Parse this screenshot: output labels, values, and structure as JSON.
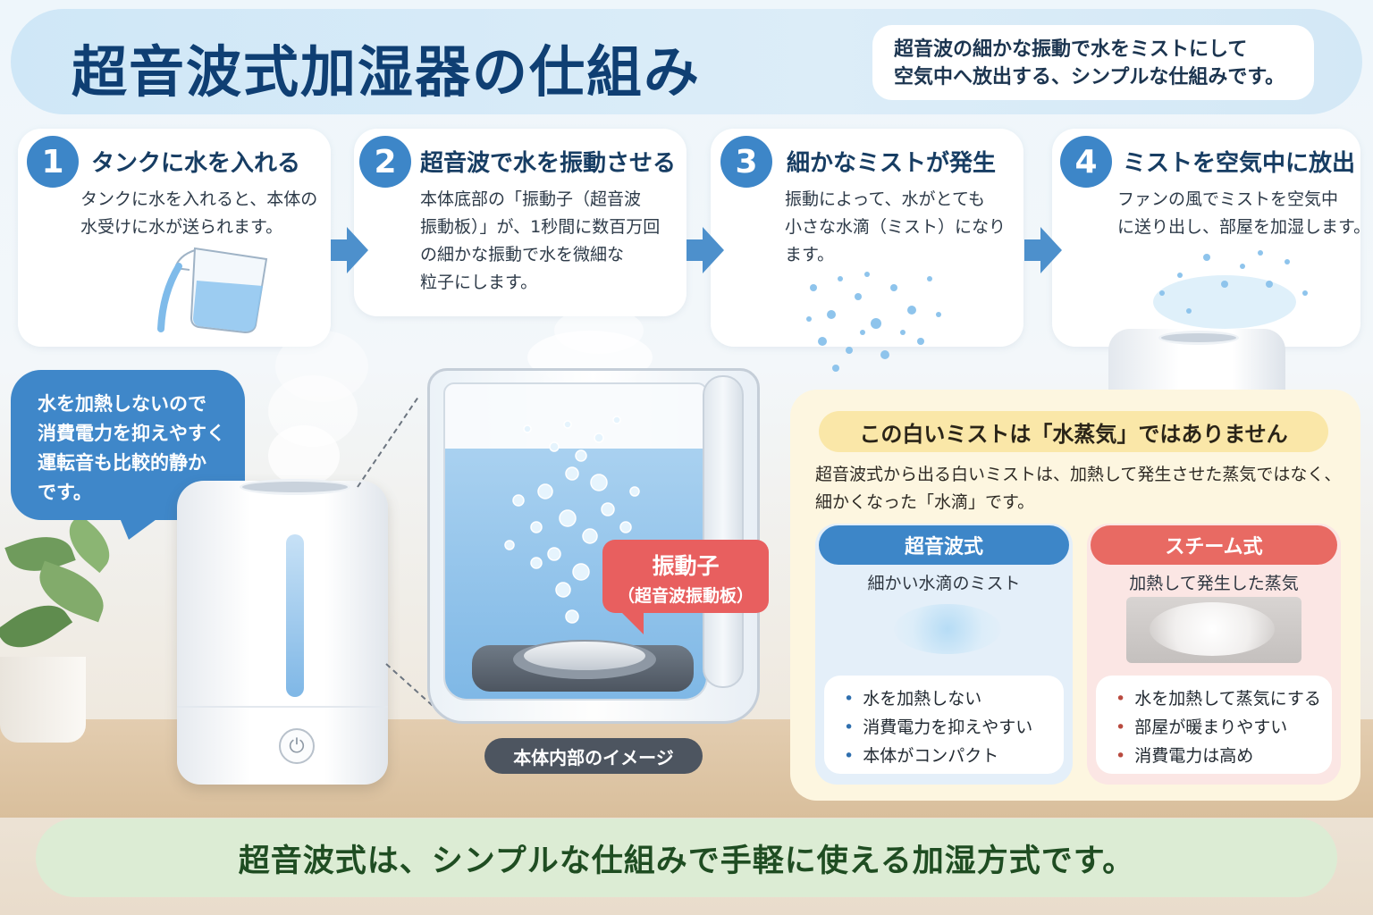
{
  "header": {
    "title": "超音波式加湿器の仕組み",
    "desc_lines": [
      "超音波の細かな振動で水をミストにして",
      "空気中へ放出する、シンプルな仕組みです。"
    ]
  },
  "steps": [
    {
      "num": "1",
      "title": "タンクに水を入れる",
      "lines": [
        "タンクに水を入れると、本体の",
        "水受けに水が送られます。"
      ]
    },
    {
      "num": "2",
      "title": "超音波で水を振動させる",
      "lines": [
        "本体底部の「振動子（超音波",
        "振動板）」が、1秒間に数百万回",
        "の細かな振動で水を微細な",
        "粒子にします。"
      ]
    },
    {
      "num": "3",
      "title": "細かなミストが発生",
      "lines": [
        "振動によって、水がとても",
        "小さな水滴（ミスト）になり",
        "ます。"
      ]
    },
    {
      "num": "4",
      "title": "ミストを空気中に放出",
      "lines": [
        "ファンの風でミストを空気中",
        "に送り出し、部屋を加湿します。"
      ]
    }
  ],
  "bubble": {
    "lines": [
      "水を加熱しないので",
      "消費電力を抑えやすく",
      "運転音も比較的静か",
      "です。"
    ]
  },
  "cross_section": {
    "vibrator_label": "振動子",
    "vibrator_sub": "（超音波振動板）",
    "inner_label": "本体内部のイメージ"
  },
  "comparison": {
    "title": "この白いミストは「水蒸気」ではありません",
    "desc_lines": [
      "超音波式から出る白いミストは、加熱して発生させた蒸気ではなく、",
      "細かくなった「水滴」です。"
    ],
    "ultrasonic": {
      "head": "超音波式",
      "sub": "細かい水滴のミスト",
      "items": [
        "水を加熱しない",
        "消費電力を抑えやすい",
        "本体がコンパクト"
      ]
    },
    "steam": {
      "head": "スチーム式",
      "sub": "加熱して発生した蒸気",
      "items": [
        "水を加熱して蒸気にする",
        "部屋が暖まりやすい",
        "消費電力は高め"
      ]
    }
  },
  "footer": {
    "text": "超音波式は、シンプルな仕組みで手軽に使える加湿方式です。"
  },
  "colors": {
    "title_navy": "#0f3f73",
    "step_blue": "#3d86c8",
    "ultrasonic_blue": "#3d86c8",
    "steam_red": "#e86a63",
    "vibrator_red": "#e85f5f",
    "footer_green": "#dcecd4"
  },
  "icons": [
    "power-icon",
    "measuring-cup-icon",
    "arrow-right-icon"
  ]
}
